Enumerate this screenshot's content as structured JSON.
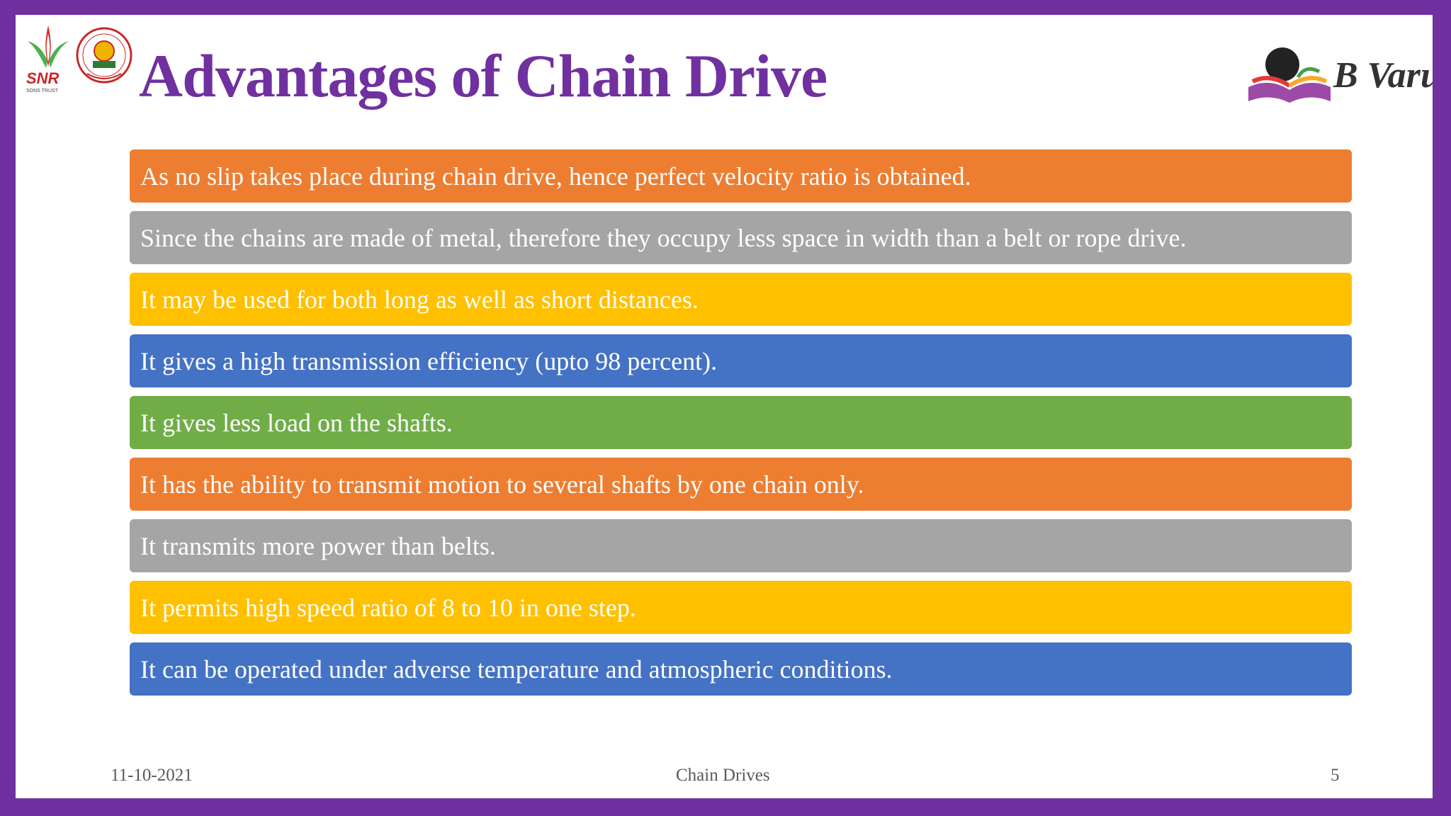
{
  "slide": {
    "title": "Advantages of Chain Drive",
    "footer_date": "11-10-2021",
    "footer_topic": "Chain Drives",
    "page_number": "5"
  },
  "logos": {
    "left_text": "SNR",
    "right_text": "B Varu"
  },
  "colors": {
    "frame": "#7030a0",
    "title": "#7030a0",
    "orange": "#ed7d31",
    "gray": "#a5a5a5",
    "yellow": "#ffc000",
    "blue": "#4472c4",
    "green": "#70ad47"
  },
  "advantages": [
    {
      "text": "As no slip takes place during chain drive, hence perfect velocity ratio is obtained.",
      "color": "#ed7d31"
    },
    {
      "text": "Since the chains are made of metal, therefore they occupy less space in width than a belt or rope drive.",
      "color": "#a5a5a5"
    },
    {
      "text": "It may be used for both long as well as short distances.",
      "color": "#ffc000"
    },
    {
      "text": "It gives a high transmission efficiency (upto 98 percent).",
      "color": "#4472c4"
    },
    {
      "text": "It gives less load on the shafts.",
      "color": "#70ad47"
    },
    {
      "text": "It has the ability to transmit motion to several shafts by one chain only.",
      "color": "#ed7d31"
    },
    {
      "text": "It transmits more power than belts.",
      "color": "#a5a5a5"
    },
    {
      "text": "It permits high speed ratio of 8 to 10 in one step.",
      "color": "#ffc000"
    },
    {
      "text": "It can be operated under adverse temperature and atmospheric conditions.",
      "color": "#4472c4"
    }
  ]
}
